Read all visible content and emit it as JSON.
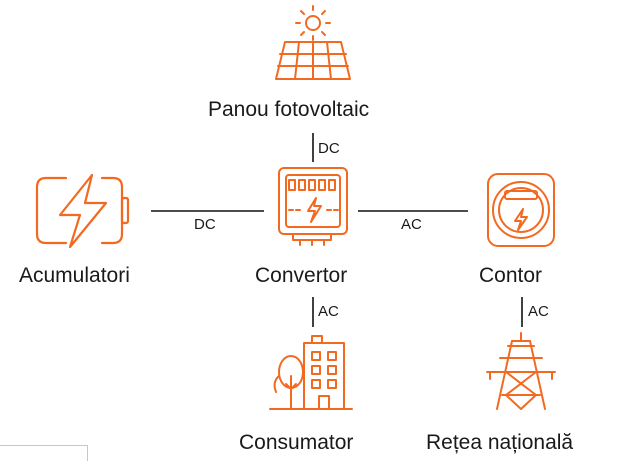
{
  "nodes": {
    "panel": {
      "label": "Panou fotovoltaic",
      "icon": "solar-panel-icon"
    },
    "battery": {
      "label": "Acumulatori",
      "icon": "battery-icon"
    },
    "converter": {
      "label": "Convertor",
      "icon": "inverter-icon"
    },
    "meter": {
      "label": "Contor",
      "icon": "electric-meter-icon"
    },
    "consumer": {
      "label": "Consumator",
      "icon": "building-icon"
    },
    "grid": {
      "label": "Rețea națională",
      "icon": "power-tower-icon"
    }
  },
  "connections": {
    "panel_converter": "DC",
    "battery_converter": "DC",
    "converter_meter": "AC",
    "converter_consumer": "AC",
    "meter_grid": "AC"
  },
  "colors": {
    "accent": "#f26a21",
    "line": "#111111",
    "text": "#1a1a1a"
  }
}
